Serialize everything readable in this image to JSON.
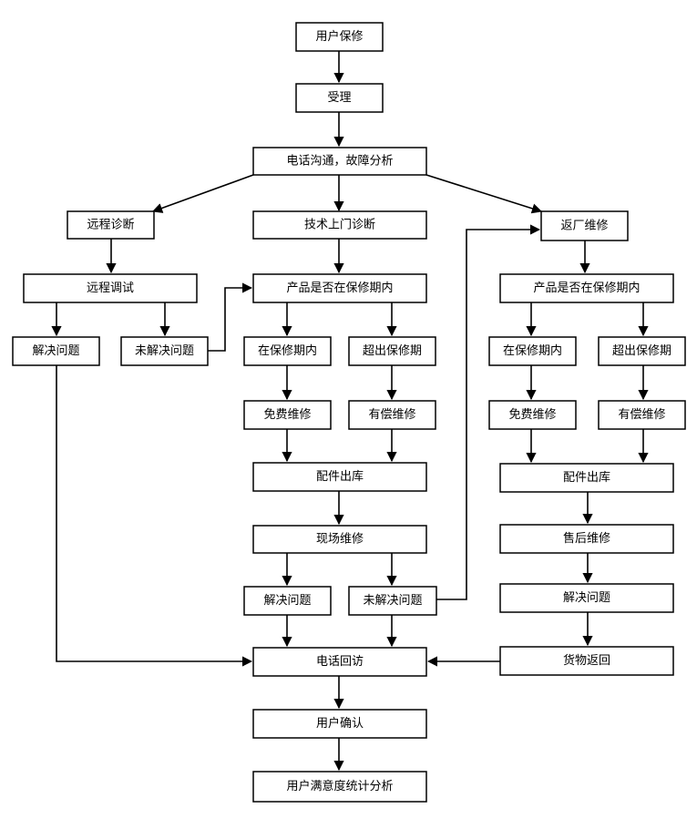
{
  "diagram": {
    "nodes": {
      "user_repair": "用户保修",
      "accept": "受理",
      "phone_analysis": "电话沟通，故障分析",
      "remote_diag": "远程诊断",
      "tech_onsite_diag": "技术上门诊断",
      "return_factory": "返厂维修",
      "remote_debug": "远程调试",
      "solved_remote": "解决问题",
      "unsolved_remote": "未解决问题",
      "warranty_check_onsite": "产品是否在保修期内",
      "in_warranty_onsite": "在保修期内",
      "out_warranty_onsite": "超出保修期",
      "free_repair_onsite": "免费维修",
      "paid_repair_onsite": "有偿维修",
      "parts_out_onsite": "配件出库",
      "onsite_repair": "现场维修",
      "solved_onsite": "解决问题",
      "unsolved_onsite": "未解决问题",
      "warranty_check_factory": "产品是否在保修期内",
      "in_warranty_factory": "在保修期内",
      "out_warranty_factory": "超出保修期",
      "free_repair_factory": "免费维修",
      "paid_repair_factory": "有偿维修",
      "parts_out_factory": "配件出库",
      "after_sales_repair": "售后维修",
      "solved_factory": "解决问题",
      "goods_return": "货物返回",
      "phone_revisit": "电话回访",
      "user_confirm": "用户确认",
      "satisfaction_analysis": "用户满意度统计分析"
    }
  }
}
